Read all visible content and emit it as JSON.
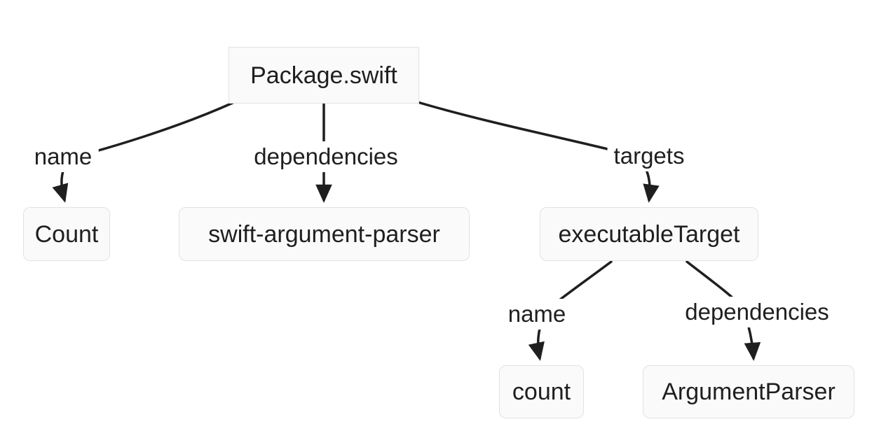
{
  "diagram": {
    "type": "tree",
    "root_label": "Package.swift",
    "nodes": [
      {
        "id": "package",
        "label": "Package.swift",
        "shape": "rectangle"
      },
      {
        "id": "count-product",
        "label": "Count",
        "shape": "rounded"
      },
      {
        "id": "swift-argument-parser",
        "label": "swift-argument-parser",
        "shape": "rounded"
      },
      {
        "id": "executable-target",
        "label": "executableTarget",
        "shape": "rounded"
      },
      {
        "id": "count-target",
        "label": "count",
        "shape": "rounded"
      },
      {
        "id": "argument-parser",
        "label": "ArgumentParser",
        "shape": "rounded"
      }
    ],
    "edges": [
      {
        "from": "package",
        "label": "name",
        "to": "count-product"
      },
      {
        "from": "package",
        "label": "dependencies",
        "to": "swift-argument-parser"
      },
      {
        "from": "package",
        "label": "targets",
        "to": "executable-target"
      },
      {
        "from": "executable-target",
        "label": "name",
        "to": "count-target"
      },
      {
        "from": "executable-target",
        "label": "dependencies",
        "to": "argument-parser"
      }
    ],
    "colors": {
      "background": "#ffffff",
      "node_fill": "#fafafa",
      "node_border": "#e2e2e2",
      "edge_stroke": "#1f1f1f",
      "text": "#1f1f1f"
    }
  }
}
